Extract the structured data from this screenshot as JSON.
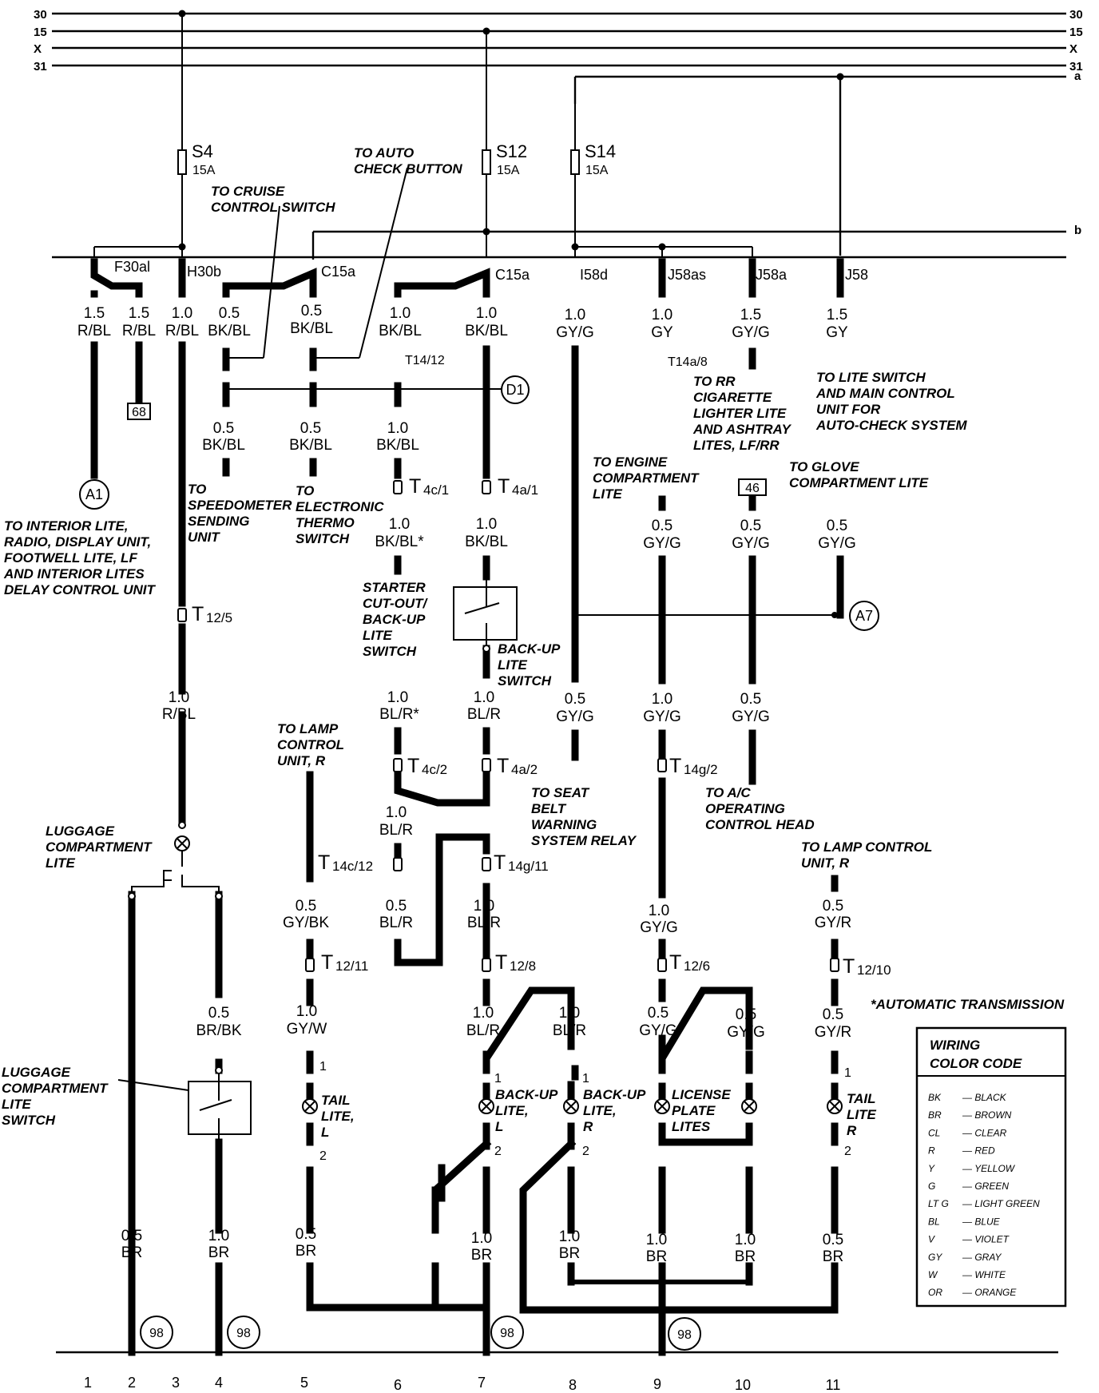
{
  "bus": {
    "left": [
      "30",
      "15",
      "X",
      "31"
    ],
    "right": [
      "30",
      "15",
      "X",
      "31",
      "a"
    ],
    "b": "b"
  },
  "fuses": [
    {
      "name": "S4",
      "rating": "15A"
    },
    {
      "name": "S12",
      "rating": "15A"
    },
    {
      "name": "S14",
      "rating": "15A"
    }
  ],
  "terminals": [
    "F30al",
    "H30b",
    "C15a",
    "C15a",
    "I58d",
    "J58as",
    "J58a",
    "J58"
  ],
  "wires": {
    "top": [
      {
        "size": "1.5",
        "color": "R/BL"
      },
      {
        "size": "1.5",
        "color": "R/BL"
      },
      {
        "size": "1.0",
        "color": "R/BL"
      },
      {
        "size": "0.5",
        "color": "BK/BL"
      },
      {
        "size": "0.5",
        "color": "BK/BL"
      },
      {
        "size": "1.0",
        "color": "BK/BL"
      },
      {
        "size": "1.0",
        "color": "BK/BL"
      },
      {
        "size": "1.0",
        "color": "GY/G"
      },
      {
        "size": "1.0",
        "color": "GY"
      },
      {
        "size": "1.5",
        "color": "GY/G"
      },
      {
        "size": "1.5",
        "color": "GY"
      }
    ],
    "mid1": [
      {
        "size": "0.5",
        "color": "BK/BL"
      },
      {
        "size": "0.5",
        "color": "BK/BL"
      },
      {
        "size": "1.0",
        "color": "BK/BL"
      }
    ],
    "mid2": [
      {
        "size": "1.0",
        "color": "BK/BL*"
      },
      {
        "size": "1.0",
        "color": "BK/BL"
      },
      {
        "size": "0.5",
        "color": "GY/G"
      },
      {
        "size": "0.5",
        "color": "GY/G"
      },
      {
        "size": "0.5",
        "color": "GY/G"
      }
    ],
    "mid3": [
      {
        "size": "1.0",
        "color": "R/BL"
      },
      {
        "size": "1.0",
        "color": "BL/R*"
      },
      {
        "size": "1.0",
        "color": "BL/R"
      },
      {
        "size": "0.5",
        "color": "GY/G"
      },
      {
        "size": "1.0",
        "color": "GY/G"
      },
      {
        "size": "0.5",
        "color": "GY/G"
      }
    ],
    "mid4": [
      {
        "size": "1.0",
        "color": "BL/R"
      },
      {
        "size": "0.5",
        "color": "GY/BK"
      },
      {
        "size": "0.5",
        "color": "BL/R"
      },
      {
        "size": "1.0",
        "color": "BL/R"
      },
      {
        "size": "1.0",
        "color": "GY/G"
      },
      {
        "size": "0.5",
        "color": "GY/R"
      }
    ],
    "mid5": [
      {
        "size": "0.5",
        "color": "BR/BK"
      },
      {
        "size": "1.0",
        "color": "GY/W"
      },
      {
        "size": "1.0",
        "color": "BL/R"
      },
      {
        "size": "1.0",
        "color": "BL/R"
      },
      {
        "size": "0.5",
        "color": "GY/G"
      },
      {
        "size": "0.5",
        "color": "GY/G"
      },
      {
        "size": "0.5",
        "color": "GY/R"
      }
    ],
    "bottom": [
      {
        "size": "0.5",
        "color": "BR"
      },
      {
        "size": "1.0",
        "color": "BR"
      },
      {
        "size": "0.5",
        "color": "BR"
      },
      {
        "size": "1.0",
        "color": "BR"
      },
      {
        "size": "1.0",
        "color": "BR"
      },
      {
        "size": "1.0",
        "color": "BR"
      },
      {
        "size": "1.0",
        "color": "BR"
      },
      {
        "size": "0.5",
        "color": "BR"
      }
    ]
  },
  "connectors": {
    "t14_12": "T14/12",
    "t14a_8": "T14a/8",
    "t4c_1": {
      "main": "T",
      "sub": "4c/1"
    },
    "t4a_1": {
      "main": "T",
      "sub": "4a/1"
    },
    "t12_5": {
      "main": "T",
      "sub": "12/5"
    },
    "t4c_2": {
      "main": "T",
      "sub": "4c/2"
    },
    "t4a_2": {
      "main": "T",
      "sub": "4a/2"
    },
    "t14g_2": {
      "main": "T",
      "sub": "14g/2"
    },
    "t14c_12": {
      "main": "T",
      "sub": "14c/12"
    },
    "t14g_11": {
      "main": "T",
      "sub": "14g/11"
    },
    "t12_11": {
      "main": "T",
      "sub": "12/11"
    },
    "t12_8": {
      "main": "T",
      "sub": "12/8"
    },
    "t12_6": {
      "main": "T",
      "sub": "12/6"
    },
    "t12_10": {
      "main": "T",
      "sub": "12/10"
    }
  },
  "refs": {
    "d1": "D1",
    "a1": "A1",
    "a7": "A7",
    "box68": "68",
    "box46": "46",
    "ground": [
      "98",
      "98",
      "98",
      "98"
    ]
  },
  "pins": {
    "one": "1",
    "two": "2"
  },
  "notes": {
    "cruise": [
      "TO CRUISE",
      "CONTROL SWITCH"
    ],
    "auto_check": [
      "TO AUTO",
      "CHECK BUTTON"
    ],
    "interior": [
      "TO INTERIOR LITE,",
      "RADIO, DISPLAY UNIT,",
      "FOOTWELL LITE, LF",
      "AND INTERIOR LITES",
      "DELAY CONTROL UNIT"
    ],
    "speedo": [
      "TO",
      "SPEEDOMETER",
      "SENDING",
      "UNIT"
    ],
    "thermo": [
      "TO",
      "ELECTRONIC",
      "THERMO",
      "SWITCH"
    ],
    "rr_cig": [
      "TO RR",
      "CIGARETTE",
      "LIGHTER LITE",
      "AND ASHTRAY",
      "LITES, LF/RR"
    ],
    "lite_switch": [
      "TO LITE SWITCH",
      "AND MAIN CONTROL",
      "UNIT FOR",
      "AUTO-CHECK SYSTEM"
    ],
    "engine": [
      "TO ENGINE",
      "COMPARTMENT",
      "LITE"
    ],
    "glove": [
      "TO GLOVE",
      "COMPARTMENT LITE"
    ],
    "starter": [
      "STARTER",
      "CUT-OUT/",
      "BACK-UP",
      "LITE",
      "SWITCH"
    ],
    "backup_switch": [
      "BACK-UP",
      "LITE",
      "SWITCH"
    ],
    "lamp_control_r1": [
      "TO LAMP",
      "CONTROL",
      "UNIT, R"
    ],
    "seat_belt": [
      "TO SEAT",
      "BELT",
      "WARNING",
      "SYSTEM RELAY"
    ],
    "ac": [
      "TO A/C",
      "OPERATING",
      "CONTROL HEAD"
    ],
    "lamp_control_r2": [
      "TO LAMP CONTROL",
      "UNIT, R"
    ],
    "luggage_lite": [
      "LUGGAGE",
      "COMPARTMENT",
      "LITE"
    ],
    "luggage_switch": [
      "LUGGAGE",
      "COMPARTMENT",
      "LITE",
      "SWITCH"
    ],
    "tail_l": [
      "TAIL",
      "LITE,",
      "L"
    ],
    "backup_l": [
      "BACK-UP",
      "LITE,",
      "L"
    ],
    "backup_r": [
      "BACK-UP",
      "LITE,",
      "R"
    ],
    "license": [
      "LICENSE",
      "PLATE",
      "LITES"
    ],
    "tail_r": [
      "TAIL",
      "LITE",
      "R"
    ],
    "auto_trans": "*AUTOMATIC TRANSMISSION"
  },
  "legend": {
    "title": [
      "WIRING",
      "COLOR CODE"
    ],
    "rows": [
      {
        "code": "BK",
        "name": "— BLACK"
      },
      {
        "code": "BR",
        "name": "— BROWN"
      },
      {
        "code": "CL",
        "name": "— CLEAR"
      },
      {
        "code": "R",
        "name": "— RED"
      },
      {
        "code": "Y",
        "name": "— YELLOW"
      },
      {
        "code": "G",
        "name": "— GREEN"
      },
      {
        "code": "LT G",
        "name": "— LIGHT GREEN"
      },
      {
        "code": "BL",
        "name": "— BLUE"
      },
      {
        "code": "V",
        "name": "— VIOLET"
      },
      {
        "code": "GY",
        "name": "— GRAY"
      },
      {
        "code": "W",
        "name": "— WHITE"
      },
      {
        "code": "OR",
        "name": "— ORANGE"
      }
    ]
  },
  "columns": [
    "1",
    "2",
    "3",
    "4",
    "5",
    "6",
    "7",
    "8",
    "9",
    "10",
    "11"
  ]
}
